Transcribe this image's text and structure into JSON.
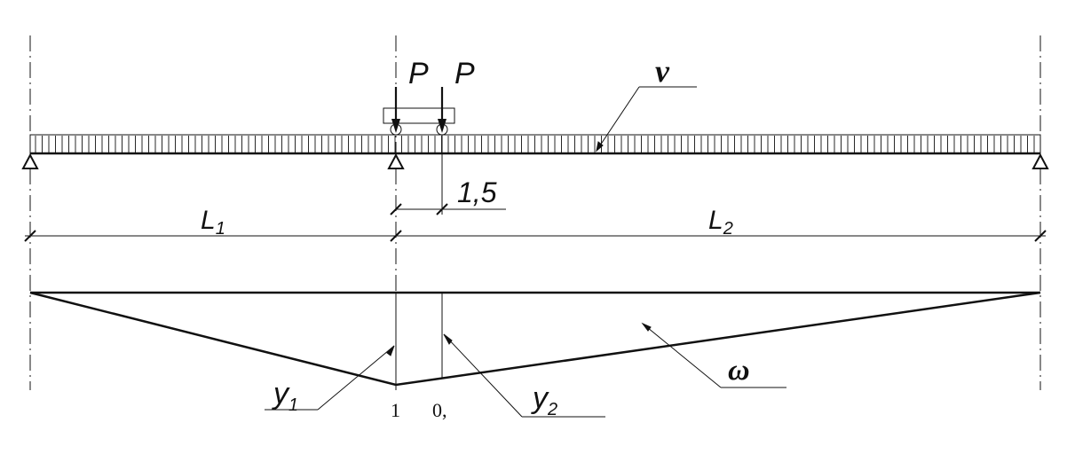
{
  "labels": {
    "force_left": "P",
    "force_right": "P",
    "load_name": "ν",
    "offset": "1,5",
    "span_left": "L",
    "span_left_sub": "1",
    "span_right": "L",
    "span_right_sub": "2",
    "ordinate_left": "y",
    "ordinate_left_sub": "1",
    "ordinate_right": "y",
    "ordinate_right_sub": "2",
    "area_name": "ω",
    "value_left": "1",
    "value_right": "0,"
  },
  "colors": {
    "line": "#111111"
  }
}
